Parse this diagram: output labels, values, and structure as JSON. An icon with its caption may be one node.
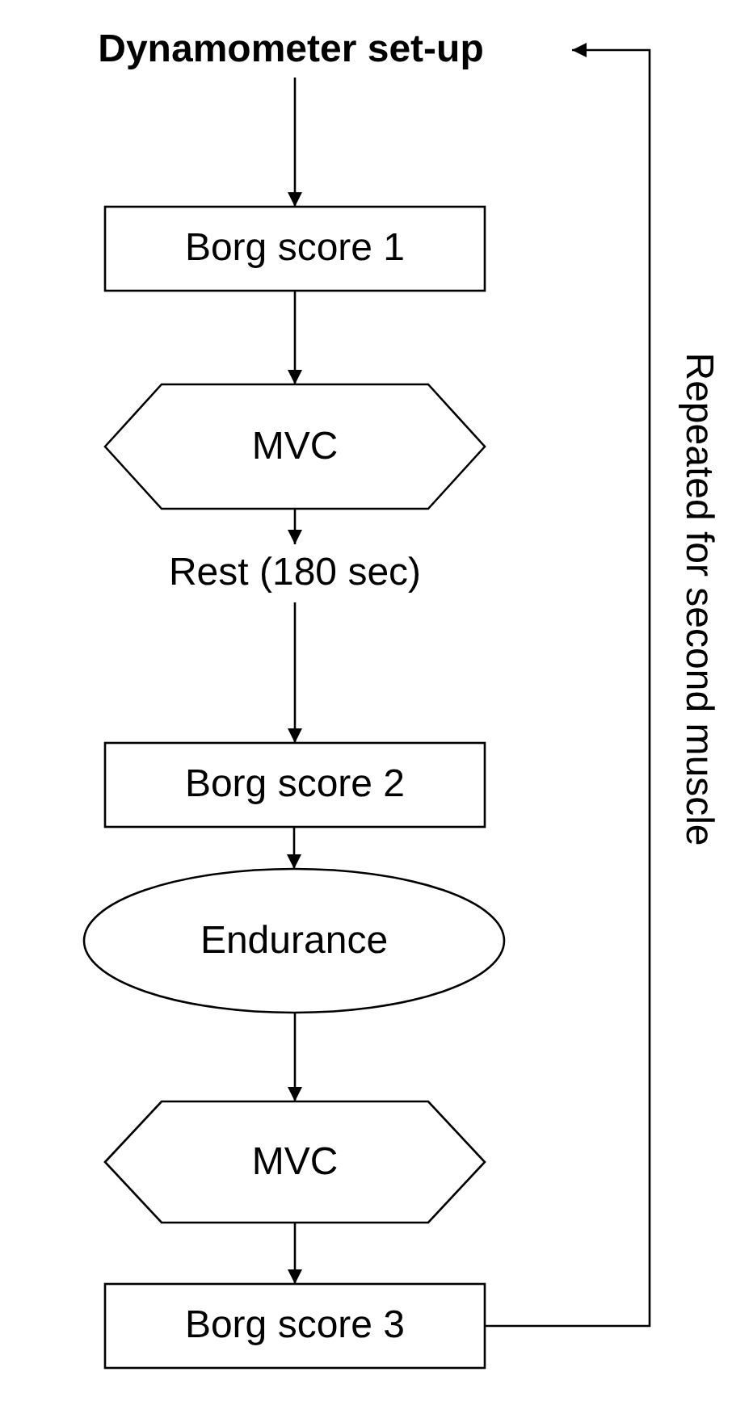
{
  "diagram": {
    "nodes": [
      {
        "text": [
          "Dynamometer set-up"
        ]
      },
      {
        "text": [
          "Borg score 1"
        ]
      },
      {
        "text": [
          "MVC"
        ]
      },
      {
        "text": [
          "Rest (180 sec)"
        ]
      },
      {
        "text": [
          "Borg score 2"
        ]
      },
      {
        "text": [
          "Endurance"
        ]
      },
      {
        "text": [
          "MVC"
        ]
      },
      {
        "text": [
          "Borg score 3"
        ]
      }
    ],
    "edges": [
      {
        "from": 0,
        "to": 1,
        "arrow": "to"
      },
      {
        "from": 1,
        "to": 2,
        "arrow": "to"
      },
      {
        "from": 2,
        "to": 3,
        "arrow": "to"
      },
      {
        "from": 3,
        "to": 4,
        "arrow": "to"
      },
      {
        "from": 4,
        "to": 5,
        "arrow": "to"
      },
      {
        "from": 5,
        "to": 6,
        "arrow": "to"
      },
      {
        "from": 6,
        "to": 7,
        "arrow": "to"
      },
      {
        "from": 7,
        "to": 0,
        "arrow": "to",
        "label": "Repeated for second muscle"
      }
    ]
  }
}
